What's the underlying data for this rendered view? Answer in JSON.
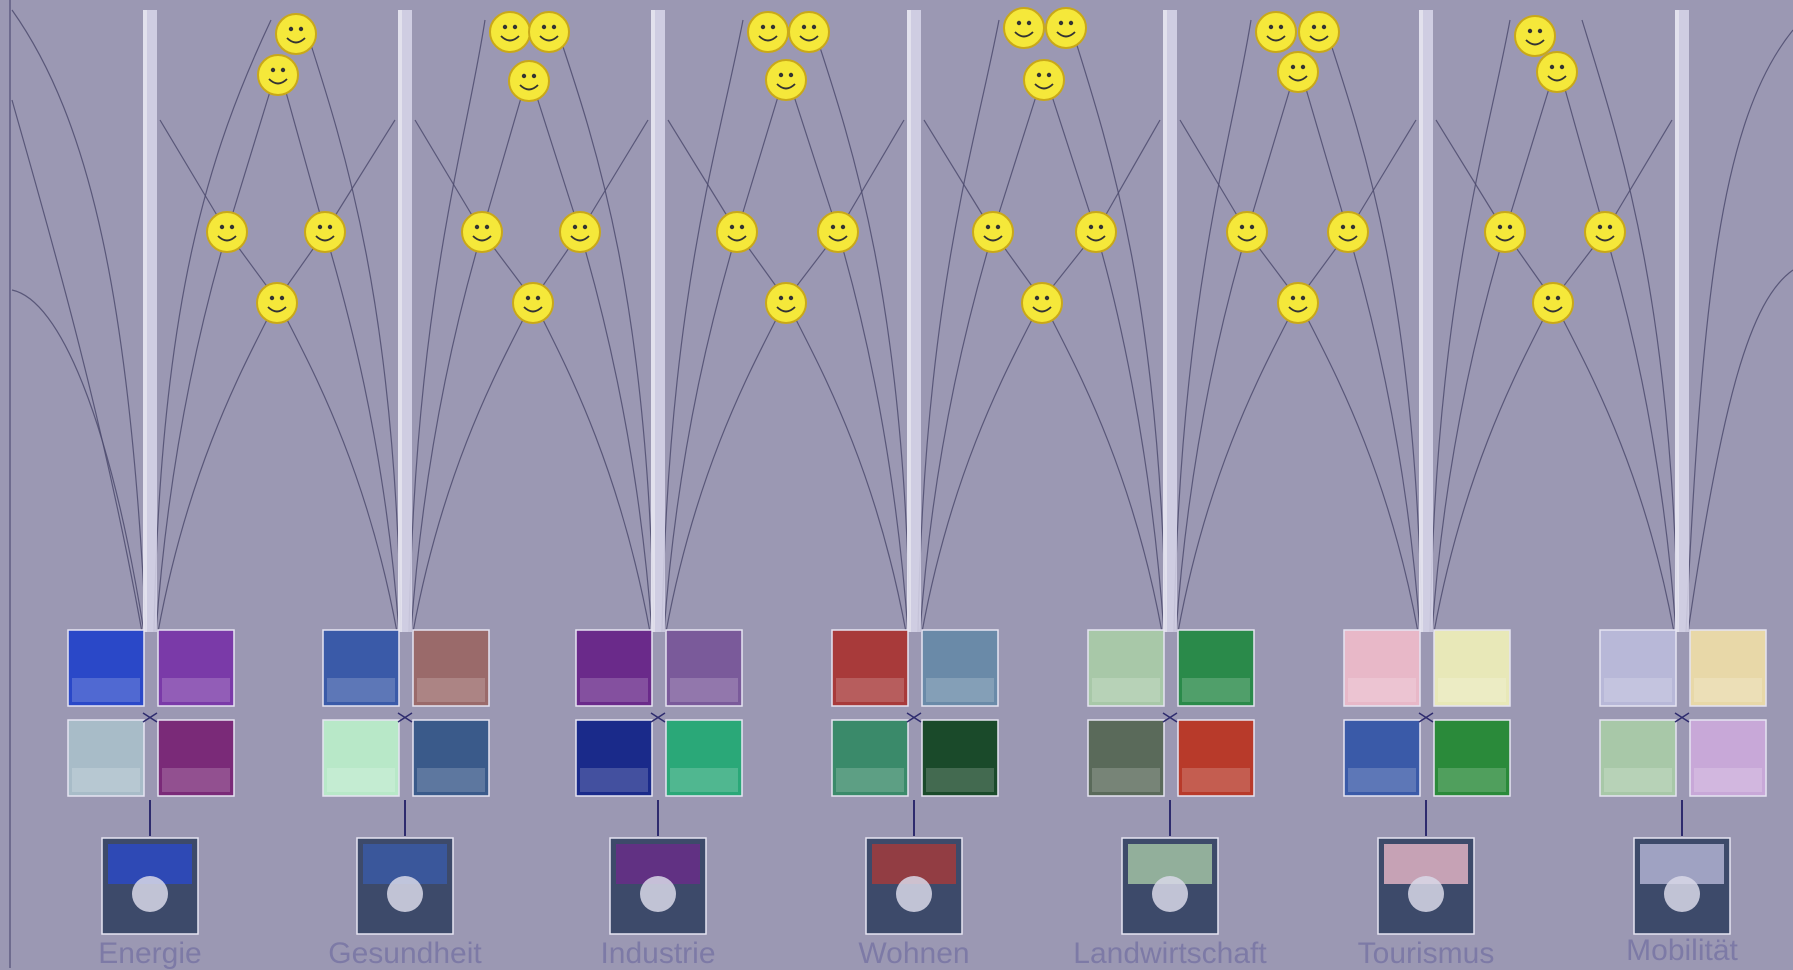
{
  "colors": {
    "background": "#9b98b3",
    "pillar": "#d8d6ea",
    "curve": "#4e4b6e",
    "smiley": "#f5e83a",
    "smiley_edge": "#c9a818",
    "label": "#7d7aa6"
  },
  "sectors": [
    {
      "label": "Energie",
      "icon": "wind-turbine-icon",
      "tints": [
        "#2a48c8",
        "#7a3aa8",
        "#a8bcc8",
        "#7a2a78"
      ]
    },
    {
      "label": "Gesundheit",
      "icon": "stethoscope-icon",
      "tints": [
        "#3a5aa8",
        "#9a6a6a",
        "#b8e8c8",
        "#3a5a8a"
      ]
    },
    {
      "label": "Industrie",
      "icon": "welding-icon",
      "tints": [
        "#6a2a8a",
        "#7a5a9a",
        "#1a2a8a",
        "#2aa878"
      ]
    },
    {
      "label": "Wohnen",
      "icon": "house-icon",
      "tints": [
        "#a83a3a",
        "#6a8aa8",
        "#3a8a6a",
        "#1a4a2a"
      ]
    },
    {
      "label": "Landwirtschaft",
      "icon": "tractor-icon",
      "tints": [
        "#a8c8a8",
        "#2a8a4a",
        "#5a6a5a",
        "#b83a2a"
      ]
    },
    {
      "label": "Tourismus",
      "icon": "hotel-icon",
      "tints": [
        "#e8b8c8",
        "#e8e8b8",
        "#3a5aa8",
        "#2a8a3a"
      ]
    },
    {
      "label": "Mobilität",
      "icon": "tire-icon",
      "tints": [
        "#b8b8d8",
        "#e8d8a8",
        "#a8c8a8",
        "#c8a8d8"
      ]
    }
  ]
}
